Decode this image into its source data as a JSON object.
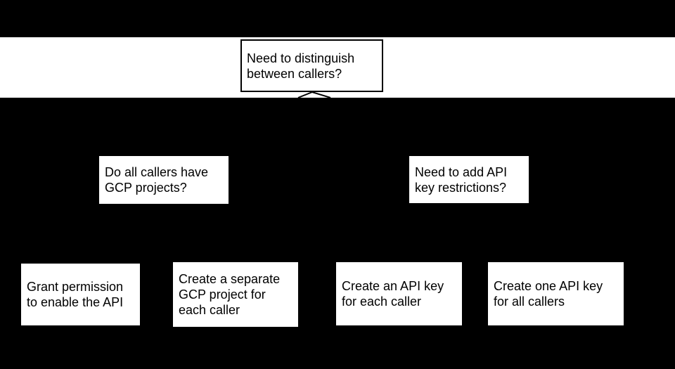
{
  "flowchart": {
    "root": {
      "label": "Need to distinguish between callers?"
    },
    "decisions": [
      {
        "label": "Do all callers have GCP projects?"
      },
      {
        "label": "Need to add API key restrictions?"
      }
    ],
    "outcomes": [
      {
        "label": "Grant permission to enable the API"
      },
      {
        "label": "Create a separate GCP project for each caller"
      },
      {
        "label": "Create an API key for each caller"
      },
      {
        "label": "Create one API key for all callers"
      }
    ]
  },
  "colors": {
    "background": "#000000",
    "band": "#ffffff",
    "node_fill": "#ffffff",
    "node_border": "#000000",
    "text": "#000000"
  }
}
